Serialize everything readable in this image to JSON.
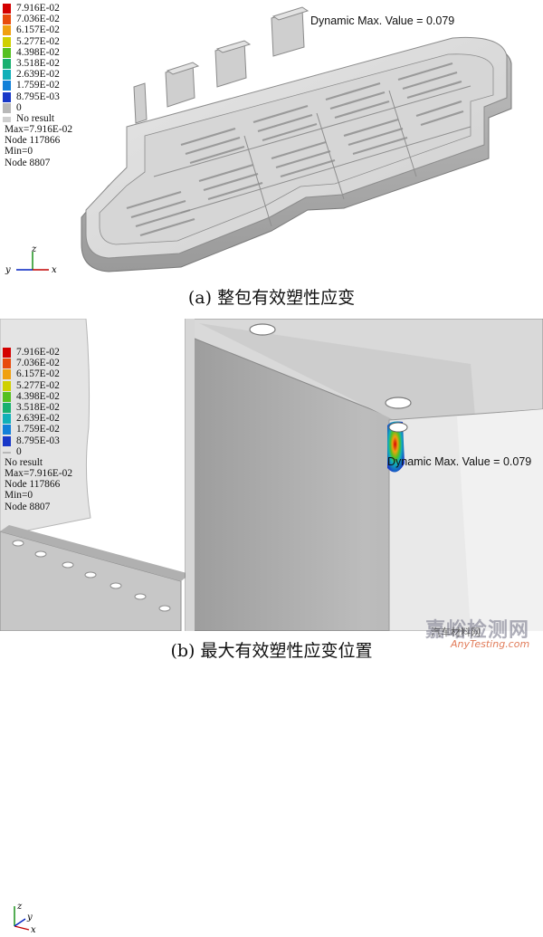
{
  "legend": {
    "levels": [
      {
        "label": "7.916E-02",
        "color": "#d40000"
      },
      {
        "label": "7.036E-02",
        "color": "#e84a0c"
      },
      {
        "label": "6.157E-02",
        "color": "#f0a010"
      },
      {
        "label": "5.277E-02",
        "color": "#cfd000"
      },
      {
        "label": "4.398E-02",
        "color": "#55c020"
      },
      {
        "label": "3.518E-02",
        "color": "#18b070"
      },
      {
        "label": "2.639E-02",
        "color": "#10b0b8"
      },
      {
        "label": "1.759E-02",
        "color": "#1280d8"
      },
      {
        "label": "8.795E-03",
        "color": "#1838c8"
      },
      {
        "label": "0",
        "color": "#b8b8b8"
      }
    ],
    "no_result": "No result",
    "max_text": "Max=7.916E-02",
    "max_node": "Node 117866",
    "min_text": "Min=0",
    "min_node": "Node 8807"
  },
  "panel_a": {
    "dynamic_max": "Dynamic Max. Value = 0.079",
    "caption": "(a)  整包有效塑性应变"
  },
  "panel_b": {
    "dynamic_max": "Dynamic Max. Value = 0.079",
    "caption": "(b)  最大有效塑性应变位置"
  },
  "axes": {
    "y": "y",
    "z": "z",
    "x": "x"
  },
  "watermark": {
    "cn": "嘉峪检测网",
    "source": "汽车材料网",
    "en": "AnyTesting.com"
  }
}
